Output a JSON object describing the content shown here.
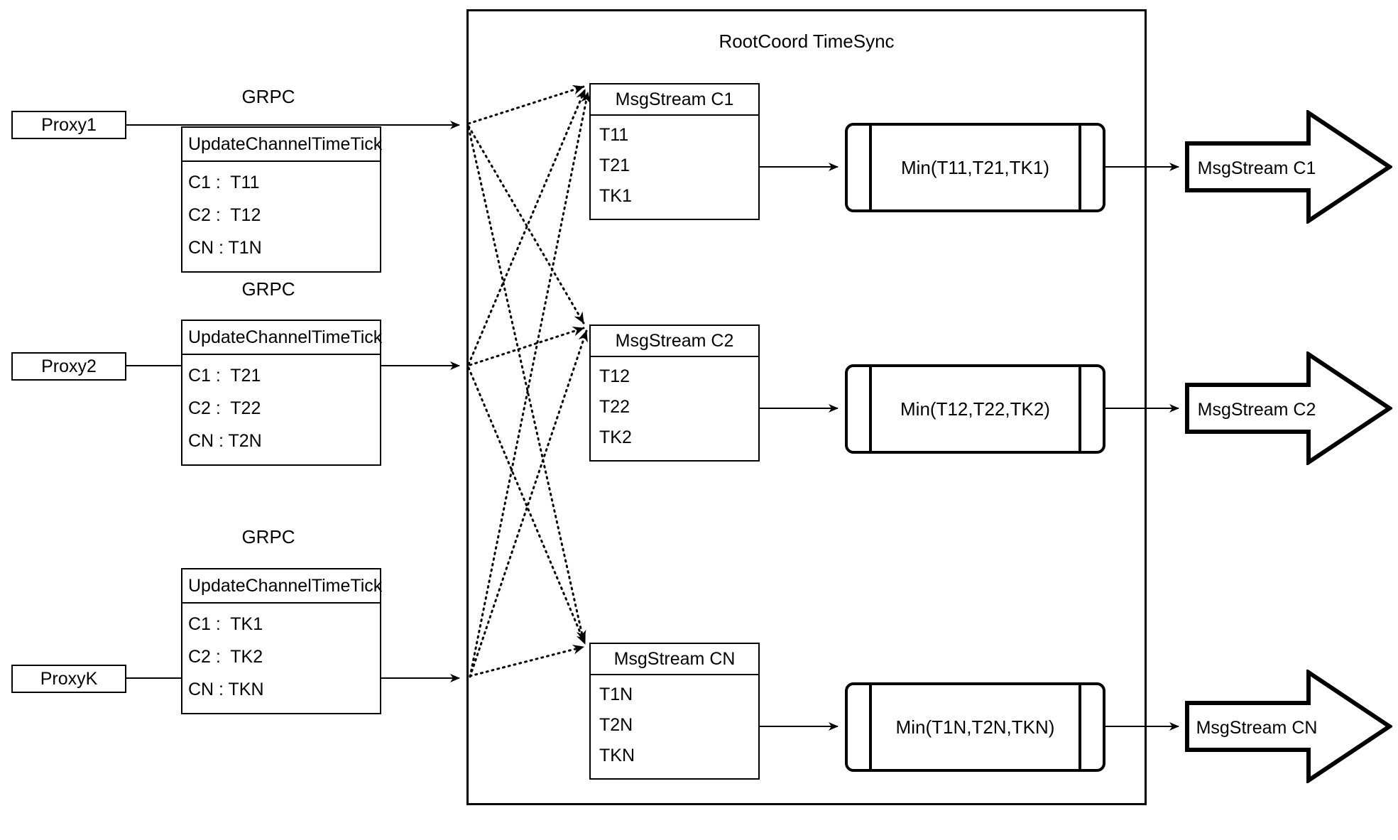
{
  "diagram": {
    "container": {
      "title": "RootCoord TimeSync"
    },
    "proxy_rows": [
      {
        "proxy_label": "Proxy1",
        "link_label": "GRPC",
        "request": {
          "title": "UpdateChannelTimeTick",
          "entries": [
            "C1 :  T11",
            "C2 :  T12",
            "CN : T1N"
          ]
        }
      },
      {
        "proxy_label": "Proxy2",
        "link_label": "GRPC",
        "request": {
          "title": "UpdateChannelTimeTick",
          "entries": [
            "C1 :  T21",
            "C2 :  T22",
            "CN : T2N"
          ]
        }
      },
      {
        "proxy_label": "ProxyK",
        "link_label": "GRPC",
        "request": {
          "title": "UpdateChannelTimeTick",
          "entries": [
            "C1 :  TK1",
            "C2 :  TK2",
            "CN : TKN"
          ]
        }
      }
    ],
    "channel_rows": [
      {
        "msgstream": {
          "title": "MsgStream C1",
          "entries": [
            "T11",
            "T21",
            "TK1"
          ]
        },
        "process": "Min(T11,T21,TK1)",
        "output": "MsgStream C1"
      },
      {
        "msgstream": {
          "title": "MsgStream C2",
          "entries": [
            "T12",
            "T22",
            "TK2"
          ]
        },
        "process": "Min(T12,T22,TK2)",
        "output": "MsgStream C2"
      },
      {
        "msgstream": {
          "title": "MsgStream CN",
          "entries": [
            "T1N",
            "T2N",
            "TKN"
          ]
        },
        "process": "Min(T1N,T2N,TKN)",
        "output": "MsgStream CN"
      }
    ],
    "colors": {
      "stroke": "#000000",
      "background": "#ffffff"
    }
  }
}
